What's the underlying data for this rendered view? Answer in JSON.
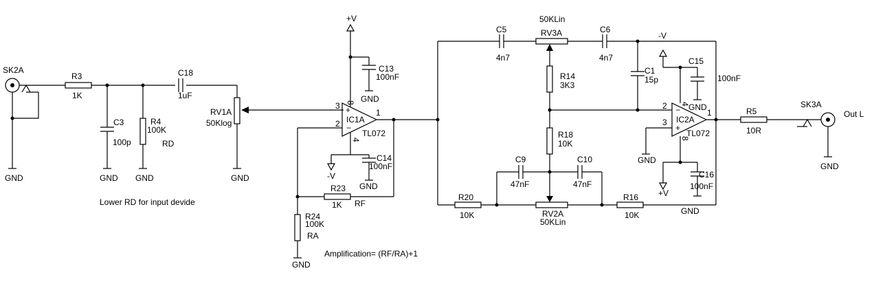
{
  "labels": {
    "sk2a": "SK2A",
    "r3": "R3",
    "r3v": "1K",
    "c3": "C3",
    "c3v": "100p",
    "r4": "R4",
    "r4v": "100K",
    "rd": "RD",
    "c18": "C18",
    "c18v": "1uF",
    "rv1a": "RV1A",
    "rv1av": "50Klog",
    "vplus1": "+V",
    "c13": "C13",
    "c13v": "100nF",
    "ic1a": "IC1A",
    "ic1at": "TL072",
    "p3": "3",
    "p2": "2",
    "p1": "1",
    "p8": "8",
    "p4": "4",
    "c14": "C14",
    "c14v": "100nF",
    "vminus1": "-V",
    "r23": "R23",
    "r23v": "1K",
    "rf": "RF",
    "r24": "R24",
    "r24v": "100K",
    "ra": "RA",
    "amp": "Amplification= (RF/RA)+1",
    "note": "Lower RD for input devide",
    "c5": "C5",
    "c5v": "4n7",
    "rv3a_val": "50KLin",
    "rv3a": "RV3A",
    "c6": "C6",
    "c6v": "4n7",
    "vminus2": "-V",
    "c1": "C1",
    "c1v": "15p",
    "c15": "C15",
    "c15v": "100nF",
    "r14": "R14",
    "r14v": "3K3",
    "r18": "R18",
    "r18v": "10K",
    "c9": "C9",
    "c9v": "47nF",
    "c10": "C10",
    "c10v": "47nF",
    "r20": "R20",
    "r20v": "10K",
    "rv2a": "RV2A",
    "rv2av": "50KLin",
    "r16": "R16",
    "r16v": "10K",
    "ic2a": "IC2A",
    "ic2at": "TL072",
    "q2": "2",
    "q3": "3",
    "q1": "1",
    "q4": "4",
    "q8": "8",
    "c16": "C16",
    "c16v": "100nF",
    "vplus2": "+V",
    "r5": "R5",
    "r5v": "10R",
    "sk3a": "SK3A",
    "outl": "Out L",
    "gnd": "GND"
  }
}
